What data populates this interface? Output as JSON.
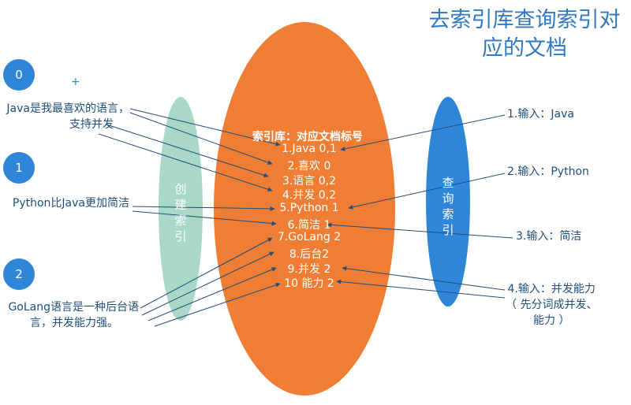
{
  "title": {
    "line1": "去索引库查询索引对",
    "line2": "应的文档"
  },
  "documents": [
    {
      "id": "0",
      "text_line1": "Java是我最喜欢的语言，",
      "text_line2": "支持并发"
    },
    {
      "id": "1",
      "text_line1": "Python比Java更加简洁",
      "text_line2": ""
    },
    {
      "id": "2",
      "text_line1": "GoLang语言是一种后台语",
      "text_line2": "言，并发能力强。"
    }
  ],
  "create_index": {
    "chars": [
      "创",
      "建",
      "索",
      "引"
    ]
  },
  "query_index": {
    "chars": [
      "查",
      "询",
      "索",
      "引"
    ]
  },
  "index_store": {
    "header": "索引库：对应文档标号",
    "rows": [
      "1.Java 0,1",
      "2.喜欢 0",
      "3.语言 0,2",
      "4.并发 0,2",
      "5.Python 1",
      "6.简洁 1",
      "7.GoLang 2",
      "8.后台2",
      "9.并发 2",
      "10 能力 2"
    ]
  },
  "queries": [
    {
      "line1": "1.输入：Java",
      "line2": "",
      "line3": ""
    },
    {
      "line1": "2.输入：Python",
      "line2": "",
      "line3": ""
    },
    {
      "line1": "3.输入：简洁",
      "line2": "",
      "line3": ""
    },
    {
      "line1": "4.输入：并发能力",
      "line2": "（ 先分词成并发、",
      "line3": "能力 ）"
    }
  ],
  "plus_mark": "+",
  "colors": {
    "title": "#2f78c4",
    "badge": "#2f86d8",
    "create_ellipse": "#a9d8c8",
    "index_ellipse": "#ef7e34",
    "query_ellipse": "#2f86d8",
    "arrows": "#1f4e79"
  }
}
